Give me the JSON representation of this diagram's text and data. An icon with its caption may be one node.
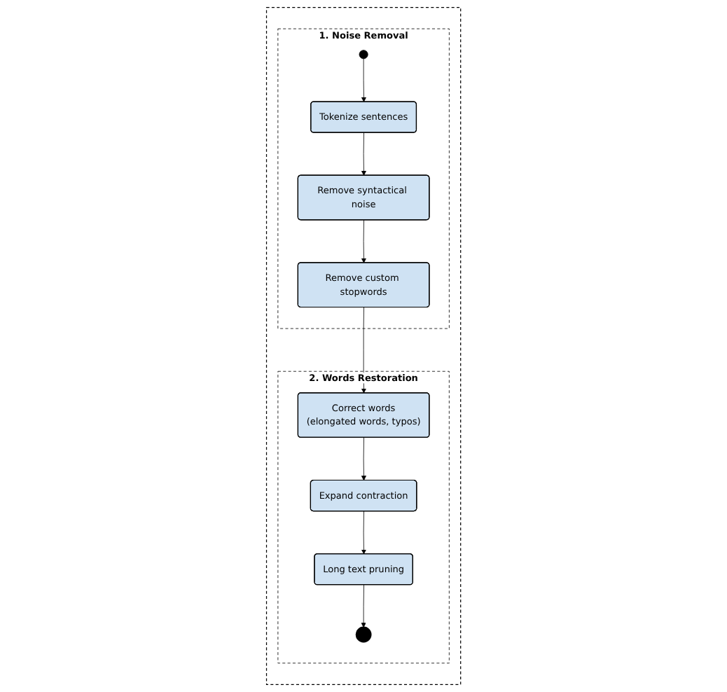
{
  "diagram": {
    "nodes": [
      {
        "text": [],
        "shape": "box"
      },
      {
        "text": [
          "1. Noise Removal"
        ],
        "in": 0
      },
      {
        "text": [],
        "shape": "circle",
        "in": 1
      },
      {
        "text": [
          "Tokenize sentences"
        ],
        "in": 1
      },
      {
        "text": [
          "Remove syntactical noise"
        ],
        "in": 1
      },
      {
        "text": [
          "Remove custom stopwords"
        ],
        "in": 1
      },
      {
        "text": [
          "2. Words Restoration"
        ],
        "in": 0
      },
      {
        "text": [
          "Correct words",
          "(elongated words, typos)"
        ],
        "in": 6
      },
      {
        "text": [
          "Expand contraction"
        ],
        "in": 6
      },
      {
        "text": [
          "Long text pruning"
        ],
        "in": 6
      },
      {
        "text": [],
        "shape": "circle",
        "in": 6
      }
    ],
    "edges": [
      {
        "from": 2,
        "to": 3,
        "arrow": "to"
      },
      {
        "from": 3,
        "to": 4,
        "arrow": "to"
      },
      {
        "from": 4,
        "to": 5,
        "arrow": "to"
      },
      {
        "from": 5,
        "to": 7,
        "arrow": "to"
      },
      {
        "from": 7,
        "to": 8,
        "arrow": "to"
      },
      {
        "from": 8,
        "to": 9,
        "arrow": "to"
      },
      {
        "from": 9,
        "to": 10,
        "arrow": "to"
      }
    ]
  }
}
